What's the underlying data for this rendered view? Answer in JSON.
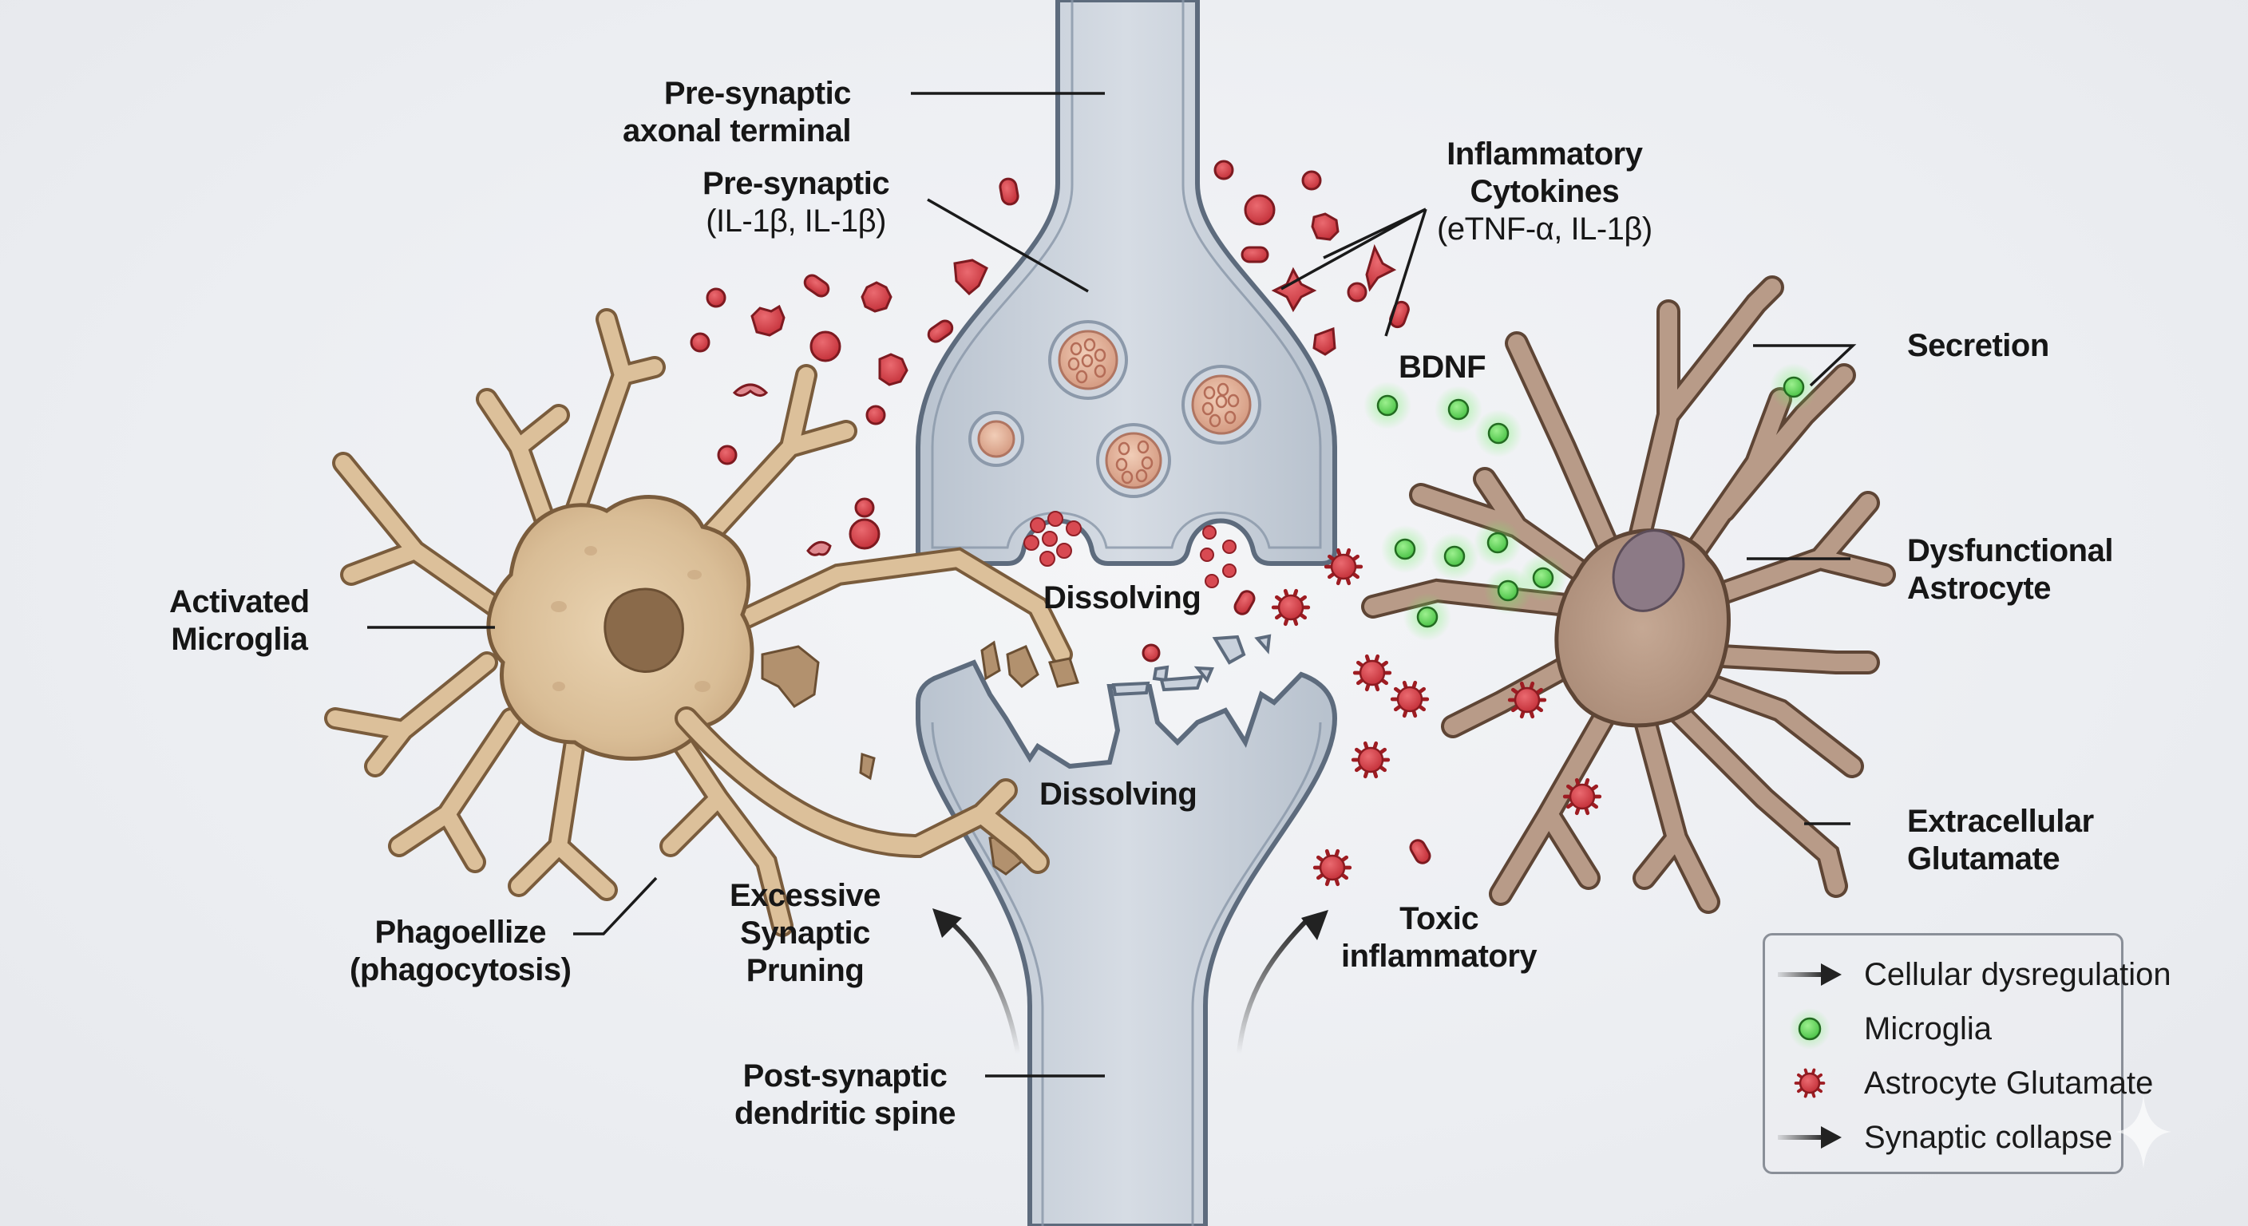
{
  "figure": {
    "labels": {
      "presynaptic_terminal": [
        "Pre-synaptic",
        "axonal terminal"
      ],
      "presynaptic_cytokines": [
        "Pre-synaptic",
        "(IL-1β, IL-1β)"
      ],
      "inflammatory_cytokines": [
        "Inflammatory",
        "Cytokines",
        "(eTNF-α, IL-1β)"
      ],
      "bdnf": "BDNF",
      "secretion": "Secretion",
      "activated_microglia": [
        "Activated",
        "Microglia"
      ],
      "dissolving_upper": "Dissolving",
      "dissolving_lower": "Dissolving",
      "dysfunctional_astrocyte": [
        "Dysfunctional",
        "Astrocyte"
      ],
      "extracellular_glutamate": [
        "Extracellular",
        "Glutamate"
      ],
      "phagoellize": [
        "Phagoellize",
        "(phagocytosis)"
      ],
      "excessive_pruning": [
        "Excessive",
        "Synaptic",
        "Pruning"
      ],
      "toxic_inflammatory": [
        "Toxic",
        "inflammatory"
      ],
      "postsynaptic_spine": [
        "Post-synaptic",
        "dendritic spine"
      ]
    },
    "legend": [
      {
        "icon": "arrow-icon",
        "label": "Cellular dysregulation"
      },
      {
        "icon": "green-sphere-icon",
        "label": "Microglia"
      },
      {
        "icon": "red-spiky-sphere-icon",
        "label": "Astrocyte Glutamate"
      },
      {
        "icon": "arrow-icon",
        "label": "Synaptic collapse"
      }
    ],
    "colors": {
      "background": "#eceef2",
      "neuron_fill": "#c9d1dc",
      "neuron_outline": "#5d6b7d",
      "microglia_fill": "#dcc09a",
      "microglia_outline": "#7a5c3c",
      "astrocyte_fill": "#b89b88",
      "astrocyte_outline": "#5e4535",
      "cytokine_red": "#d2414a",
      "glutamate_red": "#cc2f35",
      "bdnf_green": "#5fd35a",
      "label_text": "#161616"
    }
  }
}
